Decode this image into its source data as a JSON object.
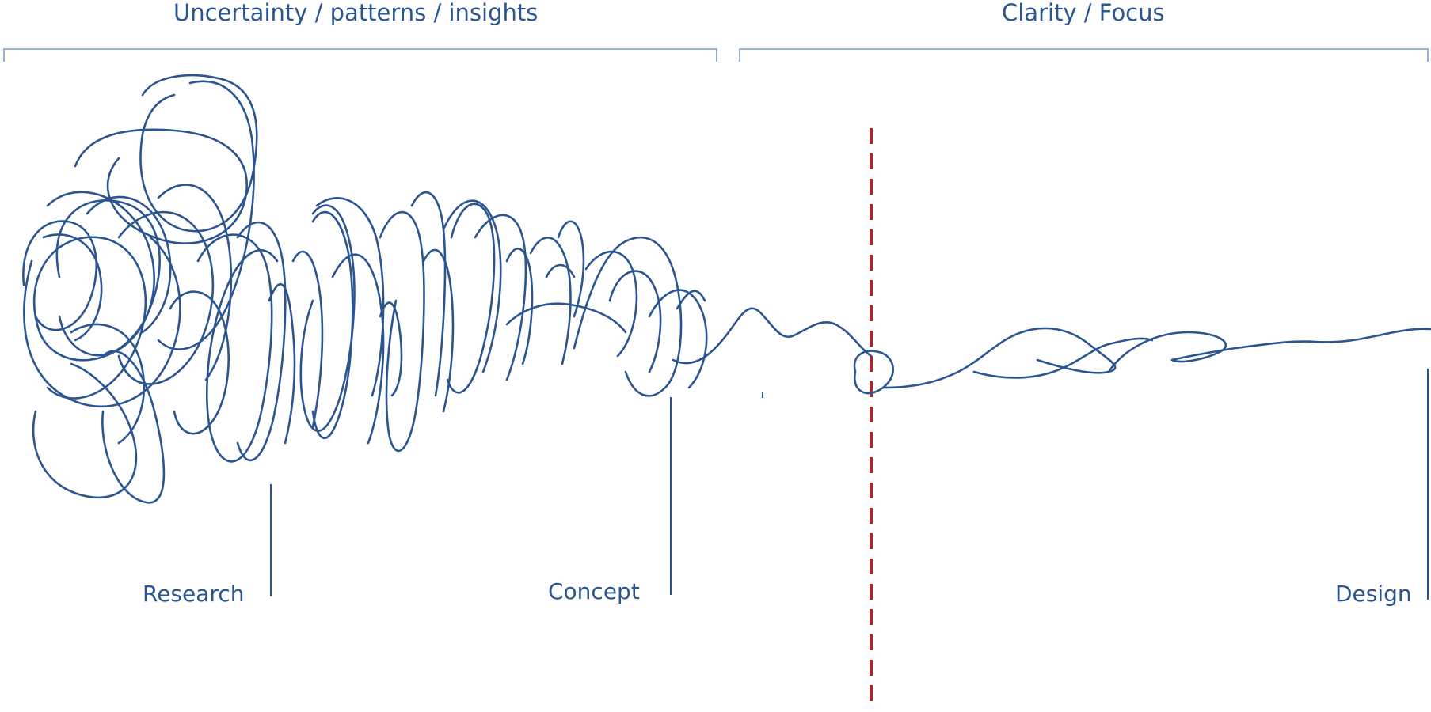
{
  "phases": {
    "left_header": "Uncertainty / patterns / insights",
    "right_header": "Clarity / Focus"
  },
  "stages": {
    "research": "Research",
    "concept": "Concept",
    "design": "Design"
  },
  "colors": {
    "line": "#2b5591",
    "bracket": "#7f9cc4",
    "divider": "#a32a2a",
    "text": "#2b5591"
  }
}
